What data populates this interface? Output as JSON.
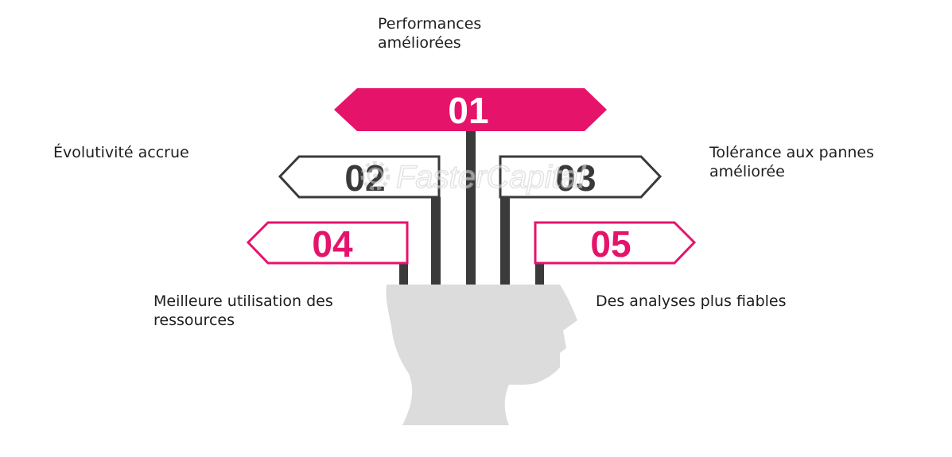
{
  "colors": {
    "pink": "#e6136b",
    "dark": "#3a3a3a",
    "head": "#dcdcdc",
    "text": "#1e1e1e",
    "watermark": "#cfcfcf"
  },
  "signs": [
    {
      "number": "01",
      "style": "filled-pink",
      "direction": "both",
      "label_lines": [
        "Performances",
        "améliorées"
      ]
    },
    {
      "number": "02",
      "style": "outline-dark",
      "direction": "left",
      "label_lines": [
        "Évolutivité accrue"
      ]
    },
    {
      "number": "03",
      "style": "outline-dark",
      "direction": "right",
      "label_lines": [
        "Tolérance aux pannes",
        "améliorée"
      ]
    },
    {
      "number": "04",
      "style": "outline-pink",
      "direction": "left",
      "label_lines": [
        "Meilleure utilisation des",
        "ressources"
      ]
    },
    {
      "number": "05",
      "style": "outline-pink",
      "direction": "right",
      "label_lines": [
        "Des analyses plus fiables"
      ]
    }
  ],
  "watermark": {
    "text": "FasterCapital",
    "icon": "gear-icon"
  }
}
